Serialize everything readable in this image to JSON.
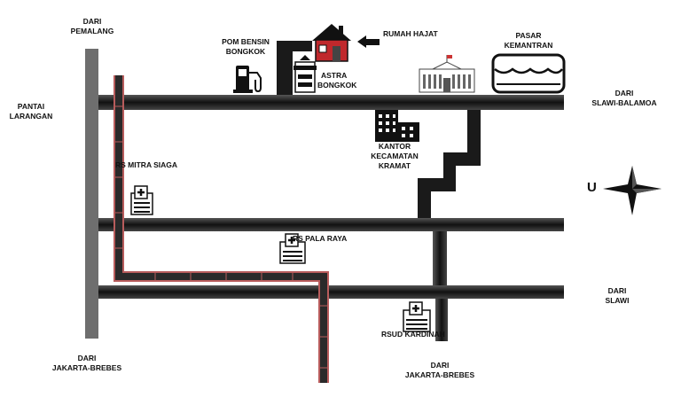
{
  "labels": {
    "dari_pemalang": [
      "DARI",
      "PEMALANG"
    ],
    "pantai_larangan": [
      "PANTAI",
      "LARANGAN"
    ],
    "dari_jakarta_brebes_left": [
      "DARI",
      "JAKARTA-BREBES"
    ],
    "pom_bensin": [
      "POM BENSIN",
      "BONGKOK"
    ],
    "rumah_hajat": "RUMAH HAJAT",
    "astra": [
      "ASTRA",
      "BONGKOK"
    ],
    "pasar": [
      "PASAR",
      "KEMANTRAN"
    ],
    "dari_slawi_balamoa": [
      "DARI",
      "SLAWI-BALAMOA"
    ],
    "kantor_kecamatan": [
      "KANTOR",
      "KECAMATAN",
      "KRAMAT"
    ],
    "mitra_siaga": "RS MITRA SIAGA",
    "pala_raya": "RS PALA RAYA",
    "rsud_kardinah": "RSUD KARDINAH",
    "dari_slawi": [
      "DARI",
      "SLAWI"
    ],
    "dari_jakarta_brebes_bottom": [
      "DARI",
      "JAKARTA-BREBES"
    ],
    "compass_north": "U"
  },
  "colors": {
    "road": "#1a1a1a",
    "route": "#b85c5c",
    "highway": "#6b6b6b",
    "house": "#c0282c"
  },
  "icons": [
    "fuel-pump-icon",
    "house-icon",
    "arrow-left-icon",
    "gas-station-icon",
    "government-building-icon",
    "market-icon",
    "office-building-icon",
    "hospital-icon",
    "compass-icon"
  ]
}
